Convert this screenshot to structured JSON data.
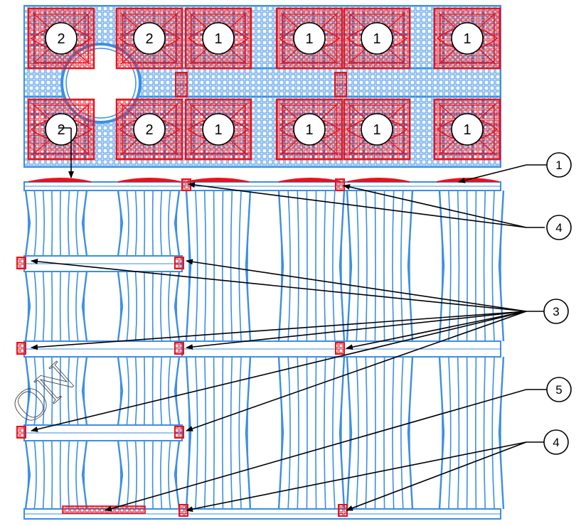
{
  "plan_view": {
    "tiles_top": [
      "2",
      "2",
      "1",
      "1",
      "1",
      "1"
    ],
    "tiles_bottom": [
      "2",
      "2",
      "1",
      "1",
      "1",
      "1"
    ]
  },
  "callouts": {
    "c1": "1",
    "c4a": "4",
    "c3": "3",
    "c5": "5",
    "c4b": "4"
  },
  "watermark": "ON",
  "colors": {
    "structure": "#3b8fe6",
    "component": "#e8121c",
    "ink": "#000000"
  }
}
